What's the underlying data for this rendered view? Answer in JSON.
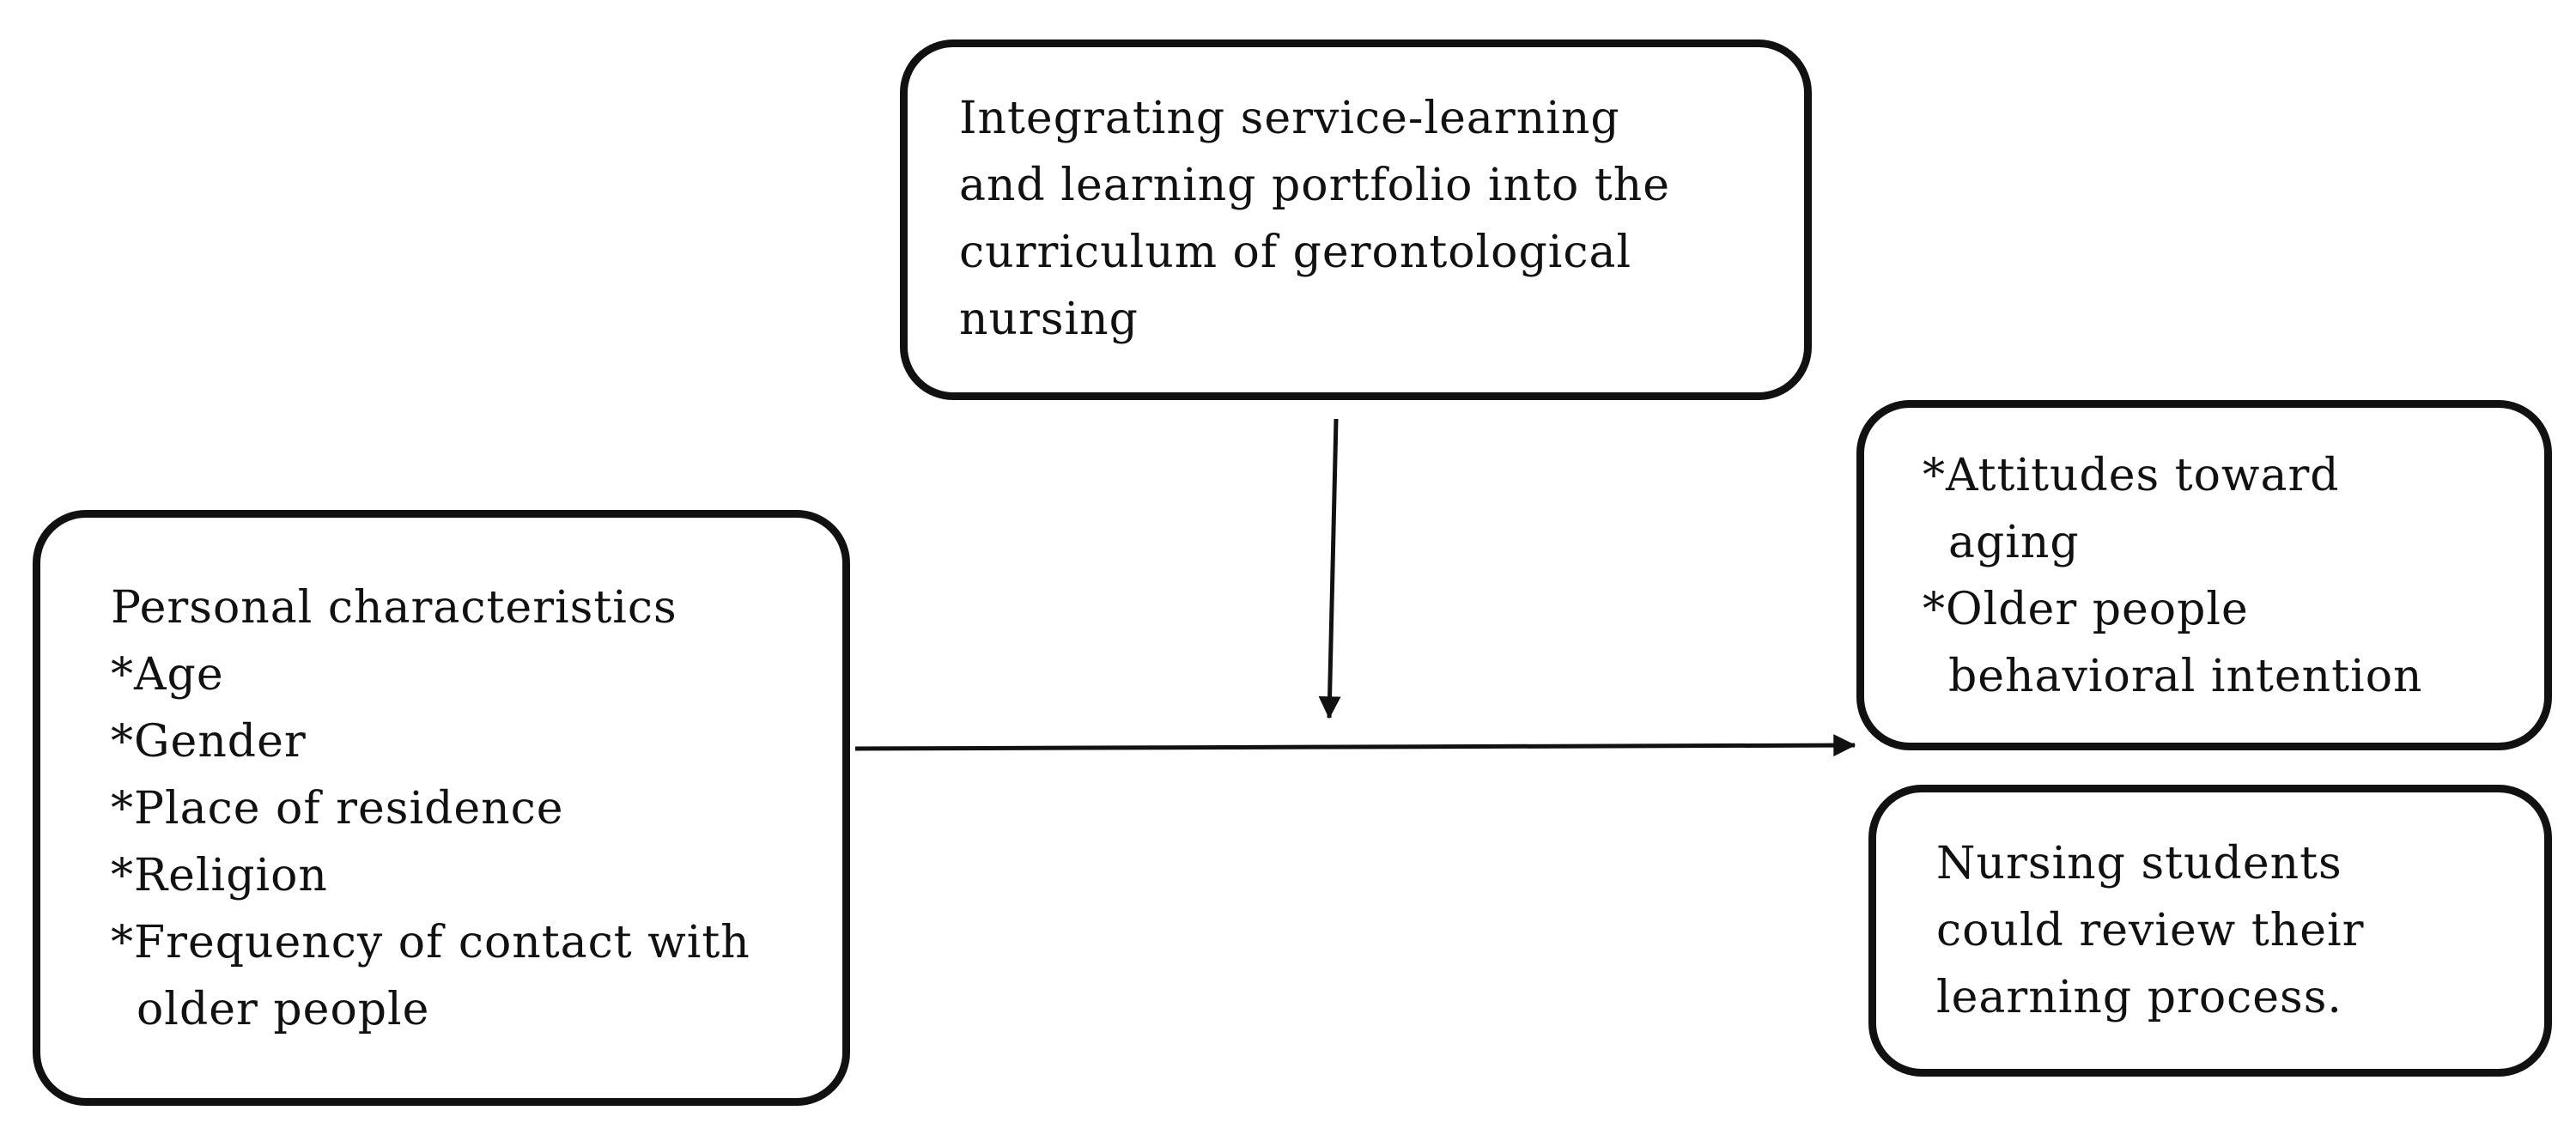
{
  "diagram": {
    "intervention_box": {
      "lines": [
        "Integrating service-learning",
        "and learning portfolio into the",
        "curriculum of gerontological",
        "nursing"
      ]
    },
    "personal_box": {
      "title": "Personal characteristics",
      "items": [
        "*Age",
        "*Gender",
        "*Place of residence",
        "*Religion",
        "*Frequency of contact with",
        "older people"
      ]
    },
    "outcomes_box": {
      "lines": [
        "*Attitudes toward",
        "aging",
        "*Older people",
        "behavioral intention"
      ]
    },
    "review_box": {
      "lines": [
        "Nursing students",
        "could review their",
        "learning process."
      ]
    }
  }
}
